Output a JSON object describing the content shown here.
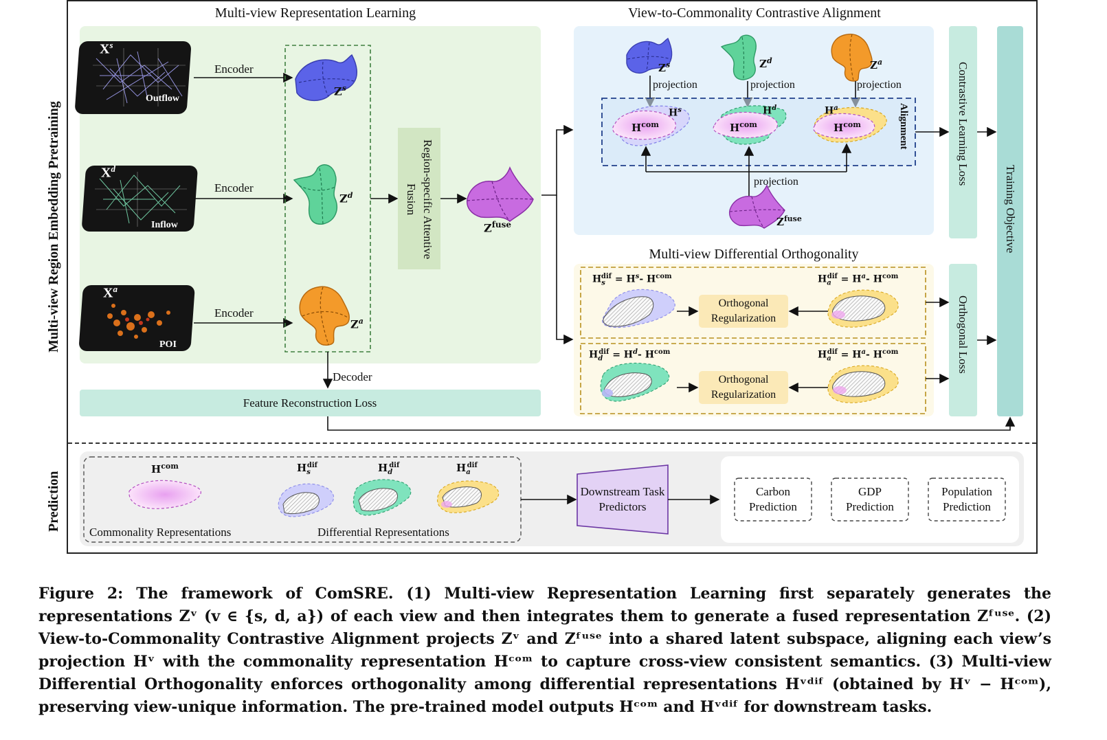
{
  "side_labels": {
    "pretraining": "Multi-view Region Embedding Pretraining",
    "prediction": "Prediction"
  },
  "mvrl": {
    "title": "Multi-view Representation Learning",
    "views": [
      {
        "input": "X",
        "sup": "s",
        "map_label": "Outflow",
        "encoder": "Encoder",
        "z": "Z",
        "z_sup": "s",
        "color": "#5b63e8"
      },
      {
        "input": "X",
        "sup": "d",
        "map_label": "Inflow",
        "encoder": "Encoder",
        "z": "Z",
        "z_sup": "d",
        "color": "#5fd39a"
      },
      {
        "input": "X",
        "sup": "a",
        "map_label": "POI",
        "encoder": "Encoder",
        "z": "Z",
        "z_sup": "a",
        "color": "#f39a2a"
      }
    ],
    "fusion": "Region-specific Attentive Fusion",
    "fuse_label": "Z",
    "fuse_sup": "fuse",
    "decoder": "Decoder",
    "recon_loss": "Feature Reconstruction Loss"
  },
  "v2c": {
    "title": "View-to-Commonality Contrastive Alignment",
    "projection": "projection",
    "alignment": "Alignment",
    "h_com": "H",
    "h_com_sup": "com",
    "views": [
      {
        "z_sup": "s",
        "h_sup": "s",
        "color": "#5b63e8"
      },
      {
        "z_sup": "d",
        "h_sup": "d",
        "color": "#5fd39a"
      },
      {
        "z_sup": "a",
        "h_sup": "a",
        "color": "#f39a2a"
      }
    ],
    "loss": "Contrastive Learning Loss"
  },
  "mvdo": {
    "title": "Multi-view Differential Orthogonality",
    "rows": [
      {
        "left_sub": "s",
        "right_sub": "a",
        "reg": "Orthogonal Regularization"
      },
      {
        "left_sub": "d",
        "right_sub": "a",
        "reg": "Orthogonal Regularization"
      }
    ],
    "loss": "Orthogonal Loss"
  },
  "training_objective": "Training Objective",
  "prediction": {
    "commonality": "Commonality Representations",
    "differential": "Differential Representations",
    "predictor": "Downstream Task Predictors",
    "tasks": [
      "Carbon Prediction",
      "GDP Prediction",
      "Population Prediction"
    ]
  },
  "caption": "Figure 2: The framework of ComSRE. (1) Multi-view Representation Learning first separately generates the representations Zᵛ (v ∈ {s, d, a}) of each view and then integrates them to generate a fused representation Zᶠᵘˢᵉ. (2) View-to-Commonality Contrastive Alignment projects Zᵛ and Zᶠᵘˢᵉ into a shared latent subspace, aligning each view’s projection Hᵛ with the commonality representation Hᶜᵒᵐ to capture cross-view consistent semantics. (3) Multi-view Differential Orthogonality enforces orthogonality among differential representations Hᵛᵈⁱᶠ (obtained by Hᵛ − Hᶜᵒᵐ), preserving view-unique information. The pre-trained model outputs Hᶜᵒᵐ and Hᵛᵈⁱᶠ for downstream tasks.",
  "colors": {
    "green_panel": "#e8f5e3",
    "blue_panel": "#e6f2fb",
    "yellow_panel": "#fdf9e8",
    "loss_bar": "#c7ebe0",
    "fusion_box": "#d2e6c3",
    "ortho_box": "#fbe9b7",
    "predictor": "#e3d2f5",
    "pink": "#f3a6ee"
  }
}
